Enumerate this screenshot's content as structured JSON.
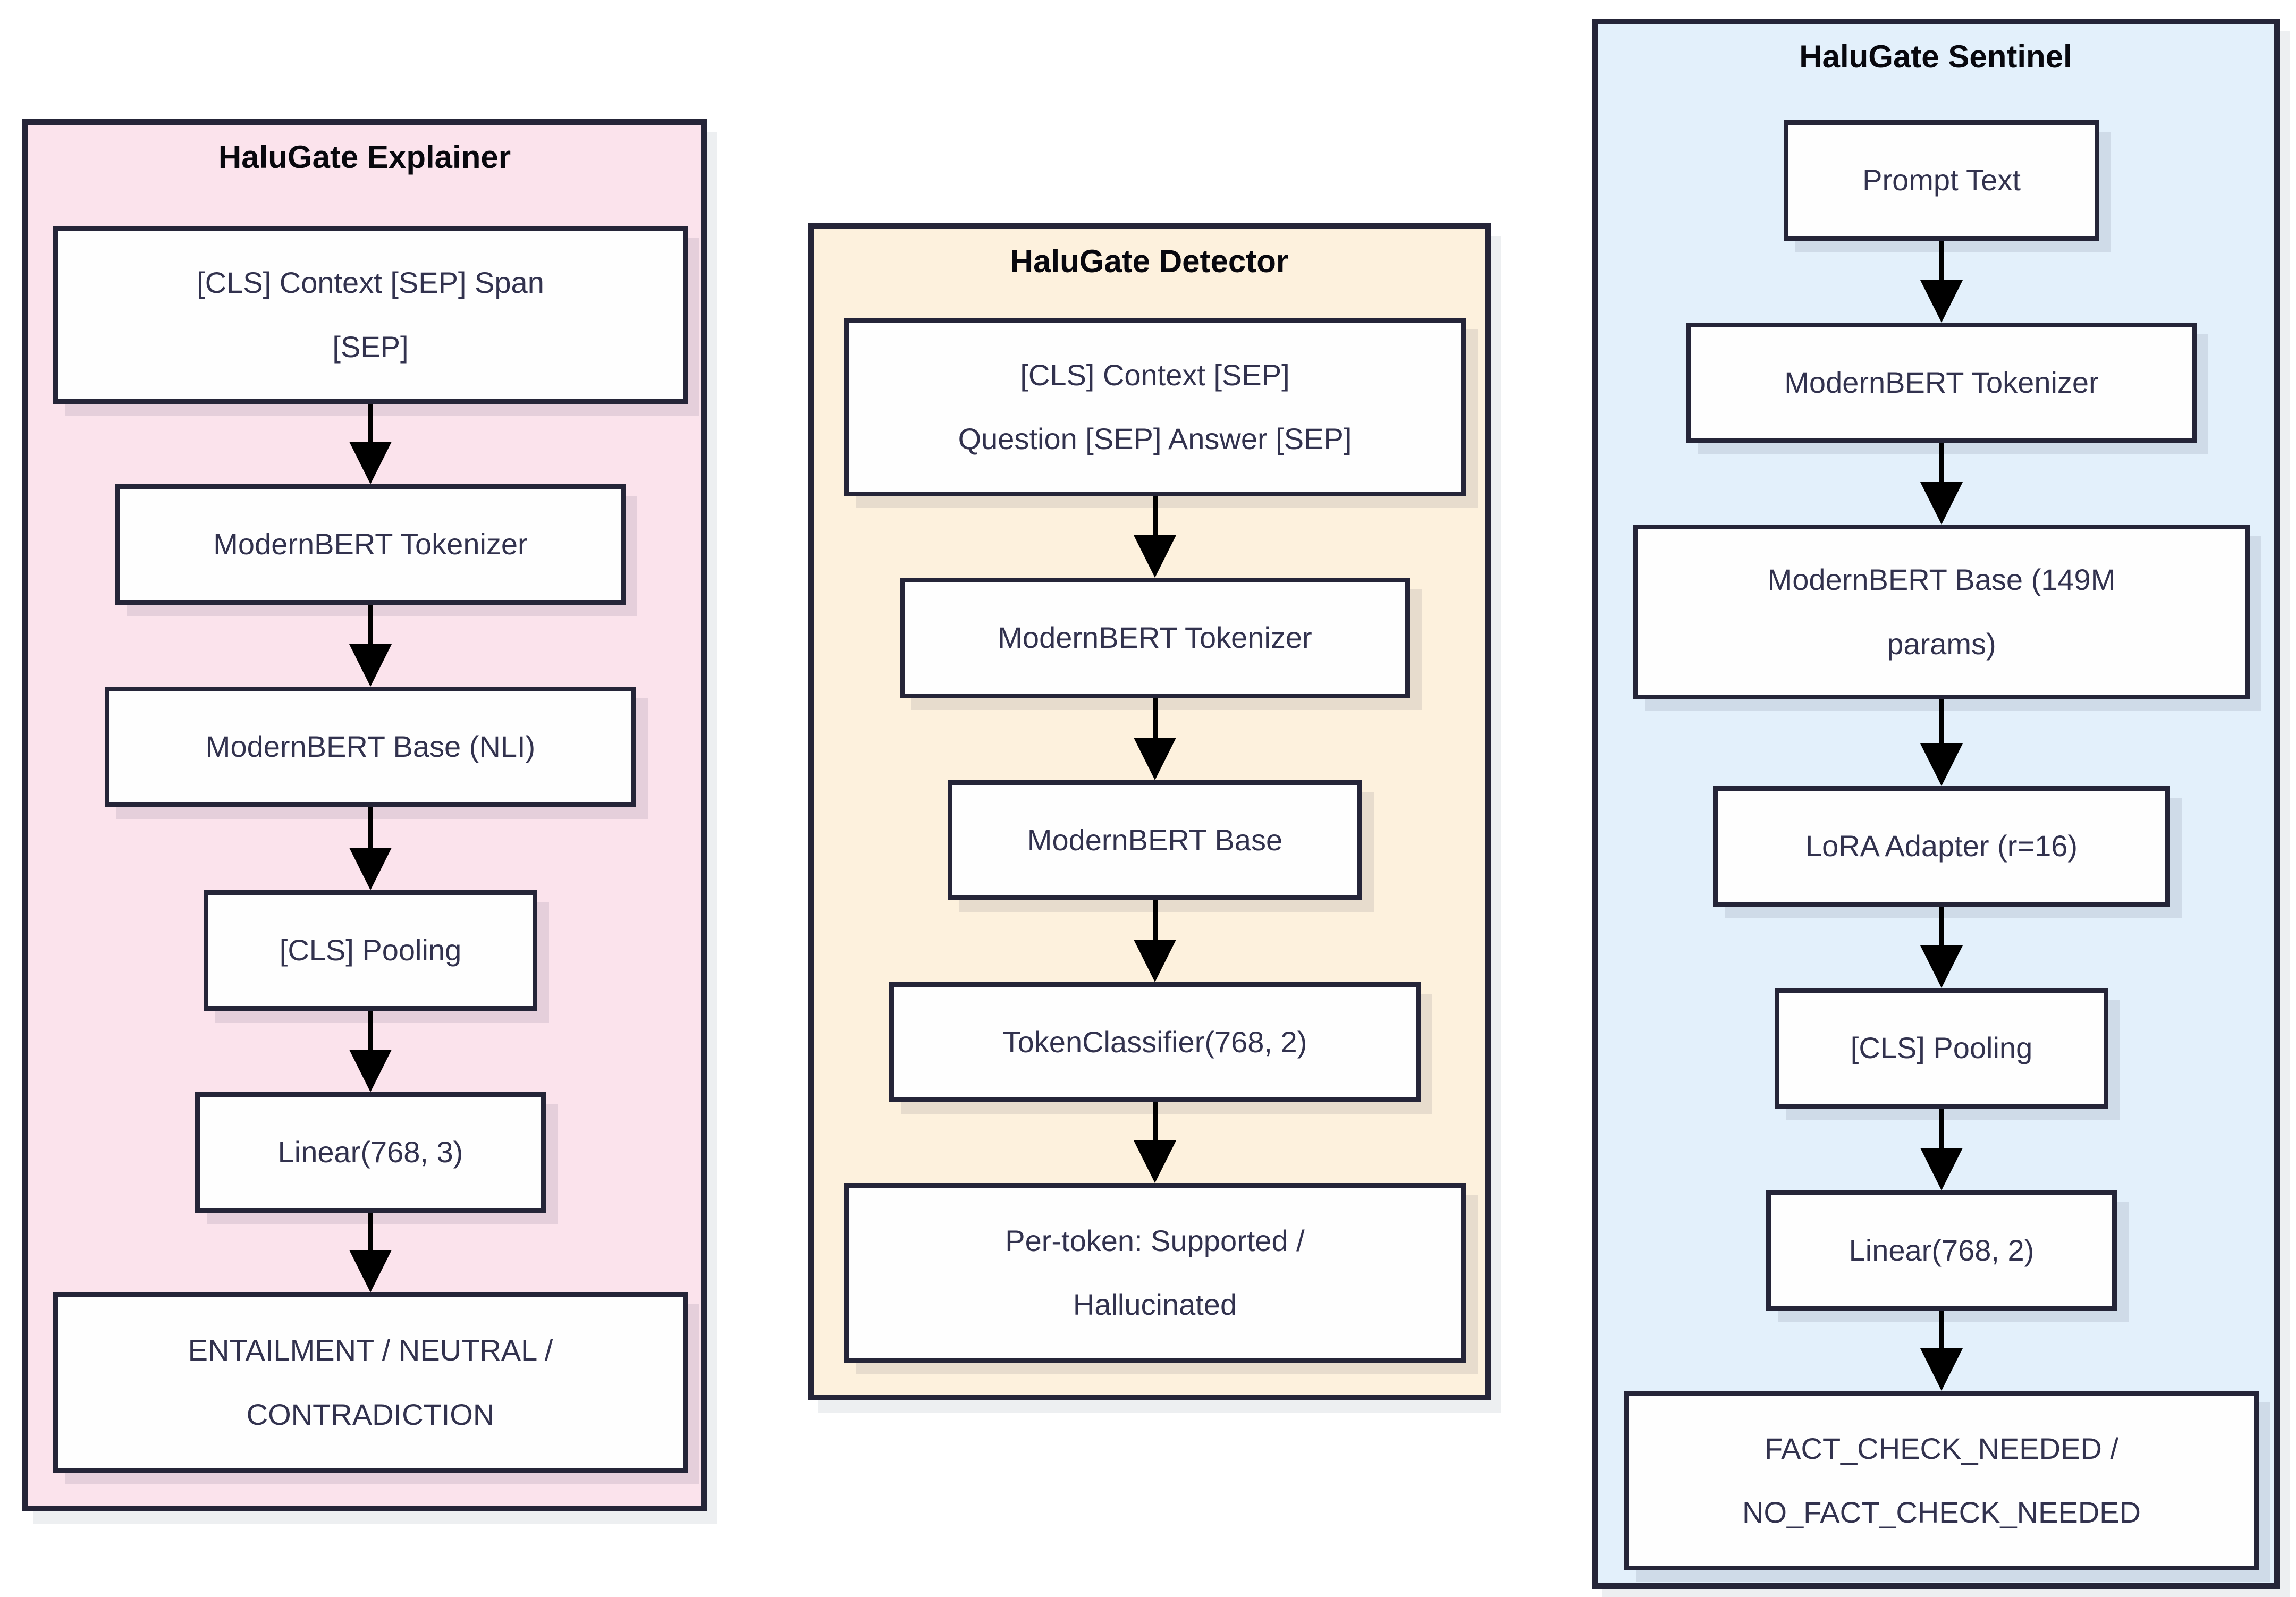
{
  "diagram": {
    "description_colors": {
      "panel_border": "#252538",
      "node_border": "#252538",
      "node_background": "#fefefe",
      "node_text": "#32324e",
      "title_text": "#08080e",
      "arrow": "#000000",
      "panel_explainer_bg": "#fbe3ec",
      "panel_detector_bg": "#fdf1dd",
      "panel_sentinel_bg": "#e3f0fb",
      "page_background": "#ffffff"
    }
  },
  "panels": [
    {
      "title": "HaluGate Explainer",
      "boxes": [
        "[CLS] Context [SEP] Span\n[SEP]",
        "ModernBERT Tokenizer",
        "ModernBERT Base (NLI)",
        "[CLS] Pooling",
        "Linear(768, 3)",
        "ENTAILMENT / NEUTRAL /\nCONTRADICTION"
      ]
    },
    {
      "title": "HaluGate Detector",
      "boxes": [
        "[CLS] Context [SEP]\nQuestion [SEP] Answer [SEP]",
        "ModernBERT Tokenizer",
        "ModernBERT Base",
        "TokenClassifier(768, 2)",
        "Per-token: Supported /\nHallucinated"
      ]
    },
    {
      "title": "HaluGate Sentinel",
      "boxes": [
        "Prompt Text",
        "ModernBERT Tokenizer",
        "ModernBERT Base (149M\nparams)",
        "LoRA Adapter (r=16)",
        "[CLS] Pooling",
        "Linear(768, 2)",
        "FACT_CHECK_NEEDED /\nNO_FACT_CHECK_NEEDED"
      ]
    }
  ]
}
